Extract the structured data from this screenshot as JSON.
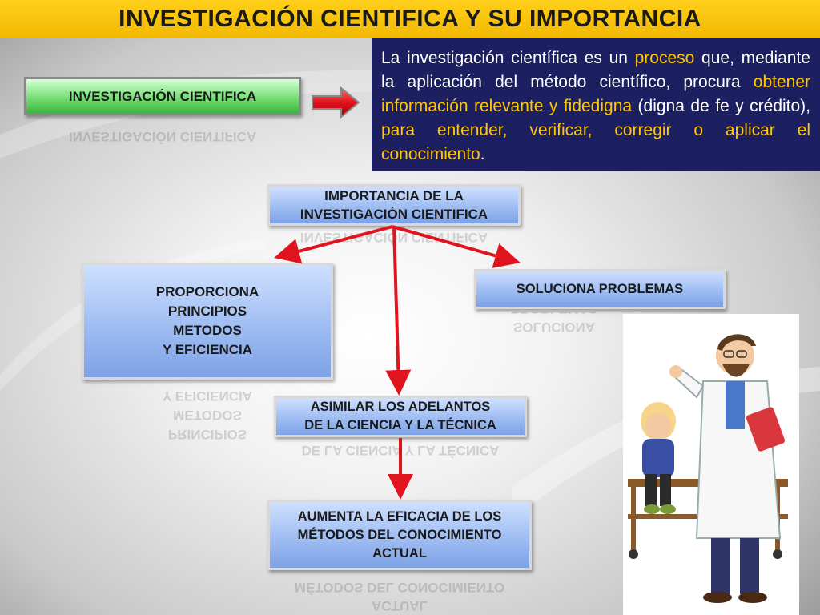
{
  "title": "INVESTIGACIÓN CIENTIFICA Y SU IMPORTANCIA",
  "definition_box": {
    "label": "INVESTIGACIÓN CIENTIFICA"
  },
  "info": {
    "t1": "La investigación científica es un ",
    "h1": "proceso",
    "t2": " que, mediante la aplicación del método científico, procura ",
    "h2": "obtener información relevante y fidedigna",
    "t3": " (digna de fe y crédito), ",
    "h3": "para entender, verificar, corregir o aplicar el conocimiento",
    "t4": "."
  },
  "importance_box": {
    "line1": "IMPORTANCIA DE LA",
    "line2": "INVESTIGACIÓN CIENTIFICA"
  },
  "left_box": {
    "line1": "PROPORCIONA",
    "line2": "PRINCIPIOS",
    "line3": "METODOS",
    "line4": "Y EFICIENCIA"
  },
  "right_box": {
    "label": "SOLUCIONA PROBLEMAS"
  },
  "middle_box": {
    "line1": "ASIMILAR LOS ADELANTOS",
    "line2": "DE LA CIENCIA Y LA TÉCNICA"
  },
  "bottom_box": {
    "line1": "AUMENTA LA EFICACIA DE LOS",
    "line2": "MÉTODOS DEL CONOCIMIENTO",
    "line3": "ACTUAL"
  },
  "colors": {
    "title_bg": "#f2b800",
    "info_bg": "#1c2060",
    "highlight": "#ffc800",
    "arrow": "#e0141e",
    "box_blue": "#9fbdf2",
    "box_green": "#39b839"
  }
}
